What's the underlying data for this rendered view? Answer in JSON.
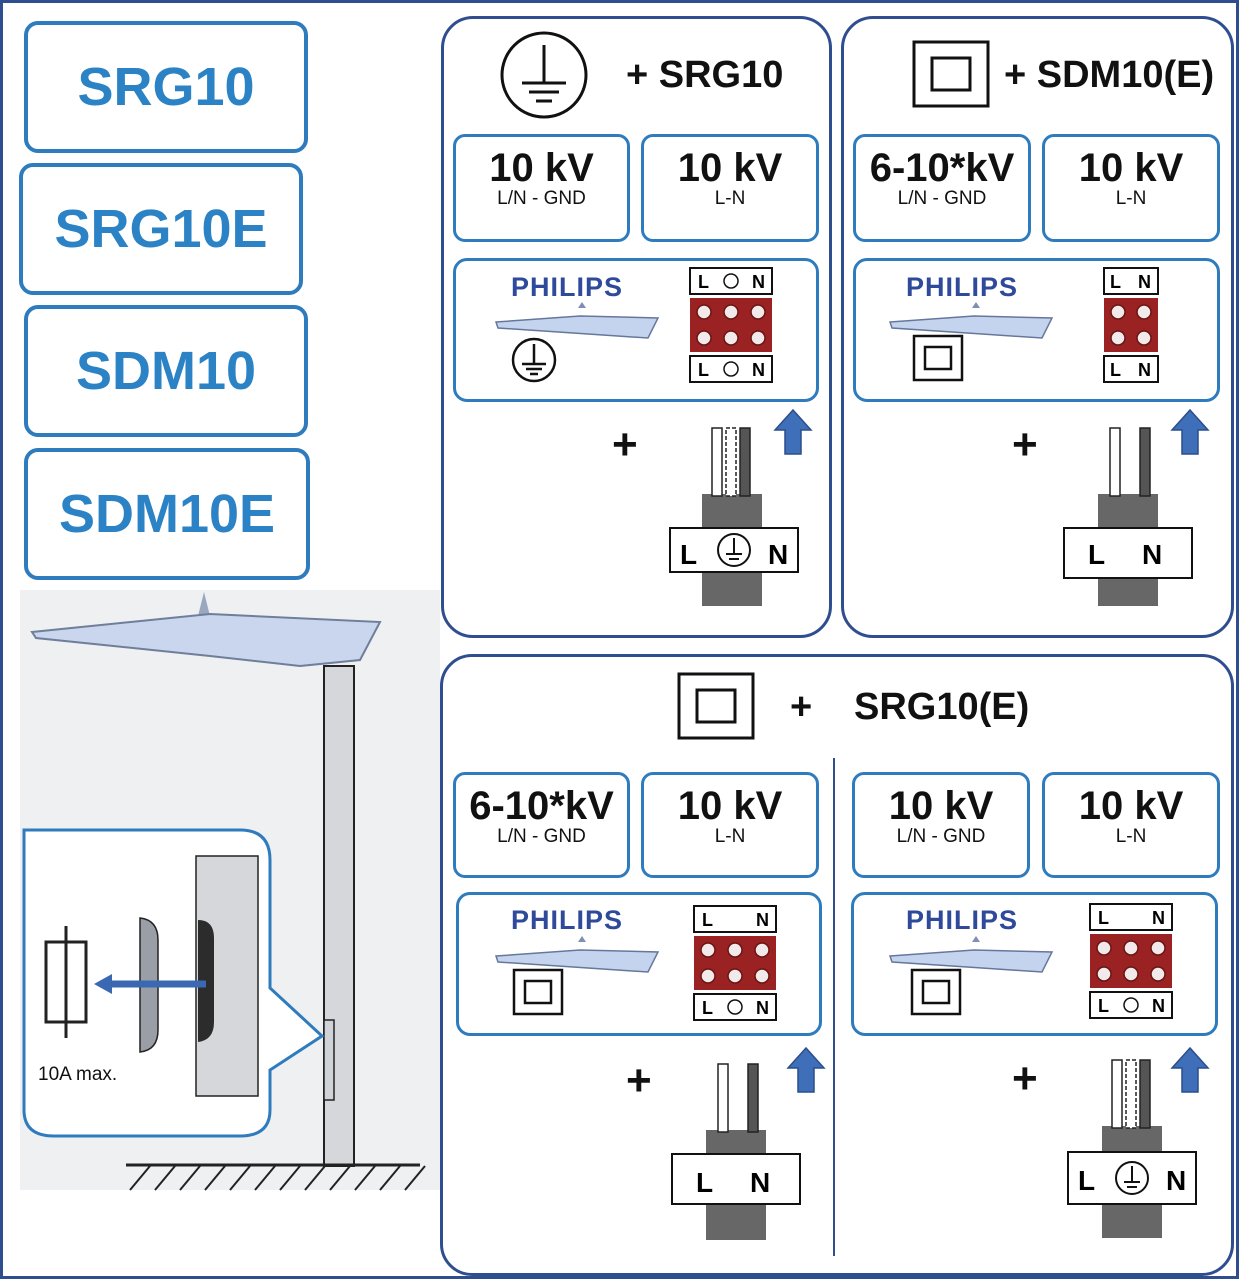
{
  "models": [
    "SRG10",
    "SRG10E",
    "SDM10",
    "SDM10E"
  ],
  "panels": {
    "top_left": {
      "header_label": "+ SRG10",
      "class_icon": "earth-ground-icon",
      "voltage_boxes": [
        {
          "value": "10 kV",
          "sub": "L/N - GND"
        },
        {
          "value": "10 kV",
          "sub": "L-N"
        }
      ],
      "brand": "PHILIPS",
      "terminal_labels": [
        "L",
        "N"
      ],
      "plus": "+",
      "connector_labels": [
        "L",
        "N"
      ]
    },
    "top_right": {
      "header_label": "+ SDM10(E)",
      "class_icon": "class-ii-double-square-icon",
      "voltage_boxes": [
        {
          "value": "6-10*kV",
          "sub": "L/N - GND"
        },
        {
          "value": "10 kV",
          "sub": "L-N"
        }
      ],
      "brand": "PHILIPS",
      "terminal_labels": [
        "L",
        "N"
      ],
      "plus": "+",
      "connector_labels": [
        "L",
        "N"
      ]
    },
    "bottom": {
      "header_plus": "+",
      "header_label": "SRG10(E)",
      "class_icon": "class-ii-double-square-icon",
      "left": {
        "voltage_boxes": [
          {
            "value": "6-10*kV",
            "sub": "L/N - GND"
          },
          {
            "value": "10 kV",
            "sub": "L-N"
          }
        ],
        "brand": "PHILIPS",
        "terminal_labels": [
          "L",
          "N"
        ],
        "plus": "+",
        "connector_labels": [
          "L",
          "N"
        ]
      },
      "right": {
        "voltage_boxes": [
          {
            "value": "10 kV",
            "sub": "L/N - GND"
          },
          {
            "value": "10 kV",
            "sub": "L-N"
          }
        ],
        "brand": "PHILIPS",
        "terminal_labels": [
          "L",
          "N"
        ],
        "plus": "+",
        "connector_labels": [
          "L",
          "N"
        ]
      }
    }
  },
  "fuse_label": "10A max.",
  "colors": {
    "model_blue": "#2b82c4",
    "panel_border": "#2f4e8f",
    "philips_blue": "#2f4a9b",
    "terminal_red": "#9b2222",
    "arrow_blue": "#3f6fb8"
  }
}
